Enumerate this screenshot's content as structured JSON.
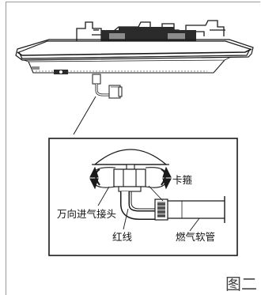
{
  "labels": {
    "clamp": "卡箍",
    "universal_inlet": "万向进气接头",
    "red_line": "红线",
    "gas_hose": "燃气软管"
  },
  "caption": "图二",
  "colors": {
    "line": "#1a1a1a",
    "frame": "#9a9a9a",
    "fill_dark": "#2b2b2b",
    "fill_gray": "#8c8c8c",
    "fill_light": "#e6e6e6"
  },
  "icons": {
    "rotation_arrows": "curved-arrows"
  }
}
